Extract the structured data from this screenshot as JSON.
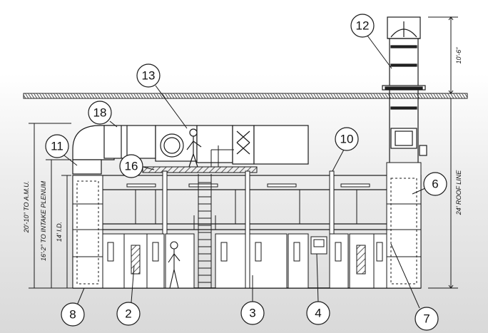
{
  "callouts": [
    {
      "id": "c12",
      "number": "12"
    },
    {
      "id": "c13",
      "number": "13"
    },
    {
      "id": "c18",
      "number": "18"
    },
    {
      "id": "c11",
      "number": "11"
    },
    {
      "id": "c16",
      "number": "16"
    },
    {
      "id": "c10",
      "number": "10"
    },
    {
      "id": "c6",
      "number": "6"
    },
    {
      "id": "c8",
      "number": "8"
    },
    {
      "id": "c2",
      "number": "2"
    },
    {
      "id": "c3",
      "number": "3"
    },
    {
      "id": "c4",
      "number": "4"
    },
    {
      "id": "c7",
      "number": "7"
    }
  ],
  "dimensions": {
    "stack_height": "10'-6\"",
    "roof_line": "24' ROOF LINE",
    "to_amu": "20'-10\" TO A.M.U.",
    "to_intake_plenum": "16'-2\" TO INTAKE PLENUM",
    "inside_height": "14' I.D."
  },
  "colors": {
    "line": "#1a1a1a",
    "background": "#ffffff",
    "shadow": "#cfcfcf"
  }
}
